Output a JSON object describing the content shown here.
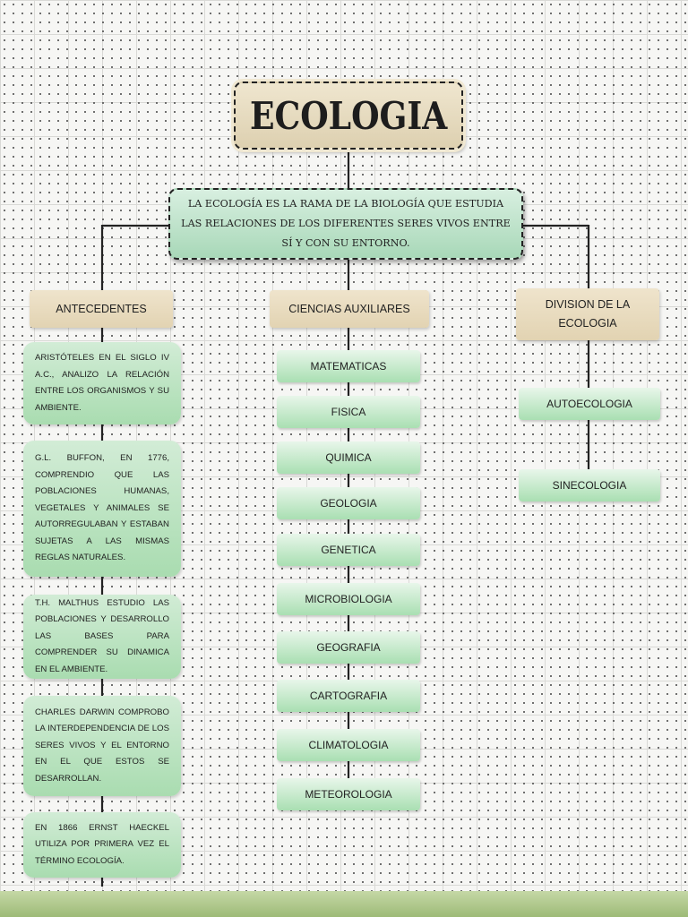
{
  "title": "ECOLOGIA",
  "definition": "LA ECOLOGÍA ES LA RAMA DE LA BIOLOGÍA QUE ESTUDIA LAS RELACIONES DE LOS DIFERENTES SERES VIVOS ENTRE SÍ Y CON SU ENTORNO.",
  "categories": {
    "antecedentes": "ANTECEDENTES",
    "ciencias": "CIENCIAS AUXILIARES",
    "division": "DIVISION DE LA ECOLOGIA"
  },
  "antecedentes": [
    "ARISTÓTELES EN EL SIGLO IV A.C., ANALIZO LA RELACIÓN ENTRE LOS ORGANISMOS Y SU AMBIENTE.",
    "G.L. BUFFON, EN 1776, COMPRENDIO QUE LAS POBLACIONES HUMANAS, VEGETALES Y ANIMALES SE AUTORREGULABAN Y ESTABAN SUJETAS A LAS MISMAS REGLAS NATURALES.",
    "T.H. MALTHUS ESTUDIO LAS POBLACIONES Y DESARROLLO LAS BASES PARA COMPRENDER SU DINAMICA EN EL AMBIENTE.",
    "CHARLES DARWIN COMPROBO LA INTERDEPENDENCIA DE LOS SERES VIVOS Y EL ENTORNO EN EL QUE ESTOS SE DESARROLLAN.",
    "EN 1866 ERNST HAECKEL UTILIZA POR PRIMERA VEZ EL TÉRMINO ECOLOGÍA."
  ],
  "ciencias_auxiliares": [
    "MATEMATICAS",
    "FISICA",
    "QUIMICA",
    "GEOLOGIA",
    "GENETICA",
    "MICROBIOLOGIA",
    "GEOGRAFIA",
    "CARTOGRAFIA",
    "CLIMATOLOGIA",
    "METEOROLOGIA"
  ],
  "division": [
    "AUTOECOLOGIA",
    "SINECOLOGIA"
  ]
}
